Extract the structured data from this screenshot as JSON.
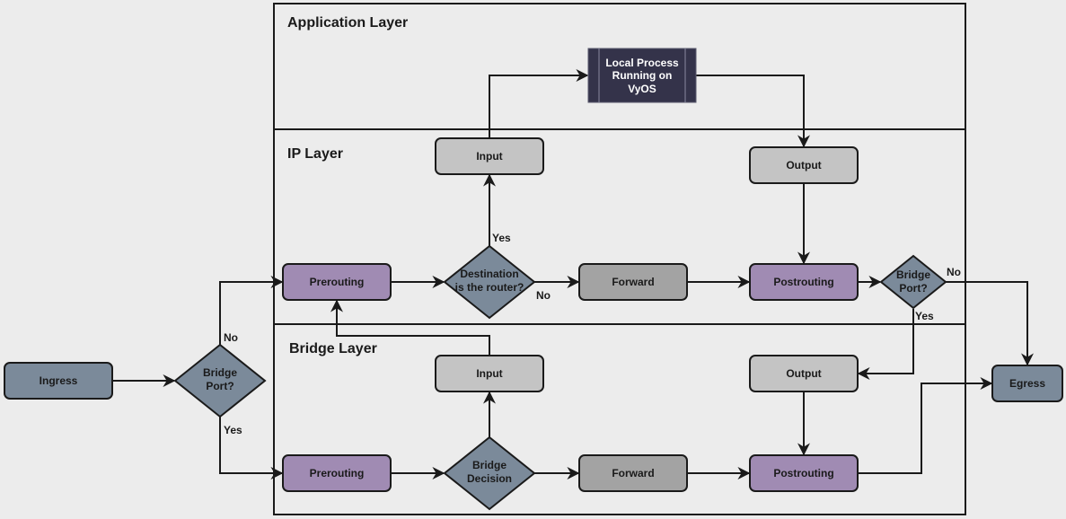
{
  "colors": {
    "background": "#ececec",
    "slate": "#7b8a9a",
    "purple": "#a08bb3",
    "light_gray": "#c4c4c4",
    "mid_gray": "#a3a3a3",
    "dark_navy": "#34334a",
    "stroke": "#1a1a1a"
  },
  "layers": {
    "application": "Application Layer",
    "ip": "IP Layer",
    "bridge": "Bridge Layer"
  },
  "nodes": {
    "ingress": "Ingress",
    "egress": "Egress",
    "local_process": [
      "Local Process",
      "Running on",
      "VyOS"
    ],
    "bridge_port_ingress": [
      "Bridge",
      "Port?"
    ],
    "ip_prerouting": "Prerouting",
    "ip_destination": [
      "Destination",
      "is the router?"
    ],
    "ip_input": "Input",
    "ip_forward": "Forward",
    "ip_output": "Output",
    "ip_postrouting": "Postrouting",
    "bridge_port_ip": [
      "Bridge",
      "Port?"
    ],
    "br_prerouting": "Prerouting",
    "br_decision": [
      "Bridge",
      "Decision"
    ],
    "br_input": "Input",
    "br_forward": "Forward",
    "br_output": "Output",
    "br_postrouting": "Postrouting"
  },
  "edge_labels": {
    "ingress_no": "No",
    "ingress_yes": "Yes",
    "destination_yes": "Yes",
    "destination_no": "No",
    "ip_bridge_no": "No",
    "ip_bridge_yes": "Yes"
  }
}
